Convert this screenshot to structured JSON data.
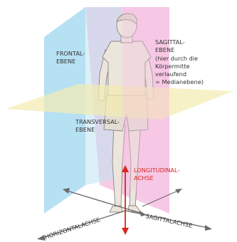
{
  "labels": {
    "frontal": [
      "FRONTAL-",
      "EBENE"
    ],
    "sagittal": [
      "SAGITTAL-",
      "EBENE",
      "(hier durch die",
      "Körpermitte",
      "verlaufend",
      "= Medianebene)"
    ],
    "transversal": [
      "TRANSVERSAL-",
      "EBENE"
    ],
    "longitudinal": [
      "LONGITUDINAL-",
      "ACHSE"
    ],
    "horizontal_axis": "HORIZONTALACHSE",
    "sagittal_axis": "SAGITTALACHSE"
  },
  "colors": {
    "frontal_plane": "#a9dcf0",
    "sagittal_plane": "#f6c2e2",
    "transversal_plane": "#f3ecb1",
    "longitudinal_axis": "#d7261e",
    "skin": "#ece5dc",
    "outline": "#8a8580",
    "axis_gray": "#6b6b6b"
  }
}
